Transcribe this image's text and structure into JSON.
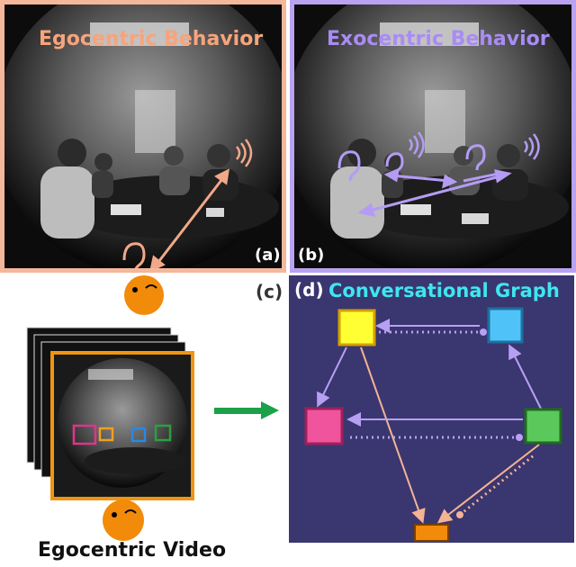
{
  "panel_a": {
    "title": "Egocentric Behavior",
    "tag": "(a)",
    "border_color": "#f5b79b",
    "title_color": "#f6a47c",
    "arrow_color": "#f2a888"
  },
  "panel_b": {
    "title": "Exocentric Behavior",
    "tag": "(b)",
    "border_color": "#b9a2f0",
    "title_color": "#a98cf3",
    "arrow_color": "#b49cf5"
  },
  "panel_c": {
    "tag": "(c)",
    "caption": "Egocentric Video",
    "frame_color": "#f0950f",
    "box_colors": [
      "#e0348a",
      "#f0a020",
      "#2a88e0",
      "#2aa040"
    ]
  },
  "panel_d": {
    "tag": "(d)",
    "title": "Conversational Graph",
    "background": "#3a3670",
    "node_colors": {
      "yellow": "#ffff33",
      "blue": "#4fc3f7",
      "pink": "#f0549c",
      "green": "#5ac85a",
      "orange": "#f28a0a"
    },
    "edge_colors": {
      "speak": "#b7a0f2",
      "ego": "#f3b394"
    }
  },
  "icons": [
    "ear-icon",
    "sound-wave-icon",
    "smiley-face-icon",
    "arrow-right-icon"
  ]
}
